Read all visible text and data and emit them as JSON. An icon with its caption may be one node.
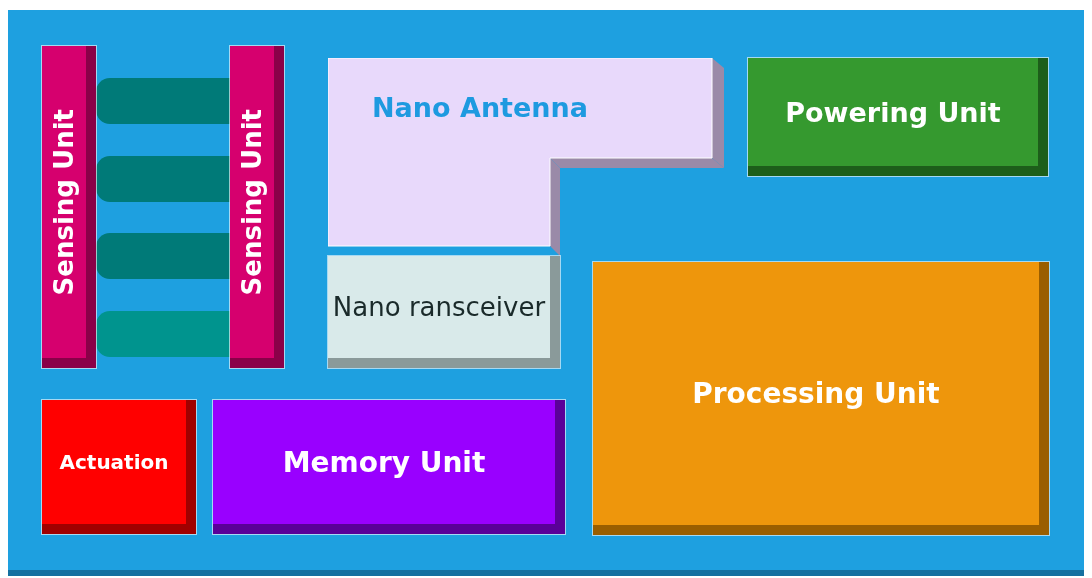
{
  "diagram": {
    "nodes": [
      {
        "text": [],
        "shape": "box"
      },
      {
        "text": [
          "Sensing Unit"
        ],
        "in": 0
      },
      {
        "text": [],
        "shape": "cylinder",
        "in": 0
      },
      {
        "text": [],
        "shape": "cylinder",
        "in": 0
      },
      {
        "text": [],
        "shape": "cylinder",
        "in": 0
      },
      {
        "text": [],
        "shape": "cylinder",
        "in": 0
      },
      {
        "text": [
          "Sensing Unit"
        ],
        "in": 0
      },
      {
        "text": [
          "Nano Antenna"
        ],
        "in": 0
      },
      {
        "text": [
          "Powering Unit"
        ],
        "in": 0
      },
      {
        "text": [
          "Nano ransceiver"
        ],
        "in": 0
      },
      {
        "text": [
          "Processing Unit"
        ],
        "in": 0
      },
      {
        "text": [
          "Actuation"
        ],
        "in": 0
      },
      {
        "text": [
          "Memory Unit"
        ],
        "in": 0
      }
    ]
  }
}
